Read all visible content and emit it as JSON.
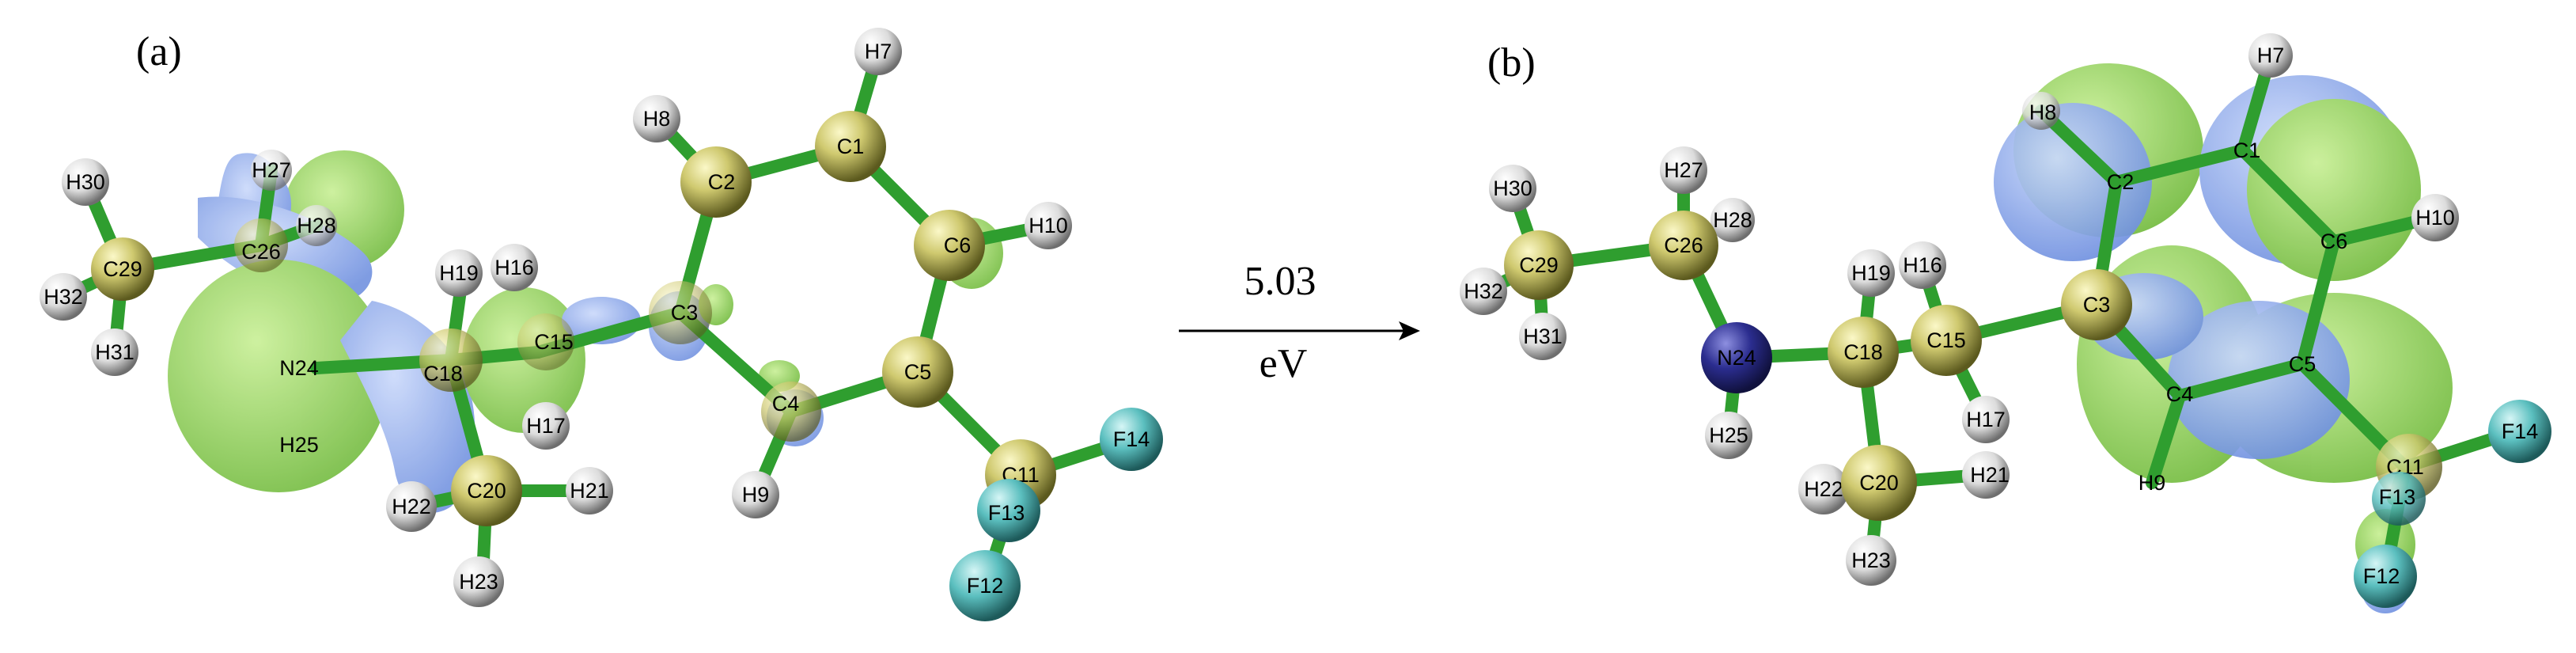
{
  "panels": [
    {
      "id": "a",
      "label": "(a)",
      "atoms": [
        "H30",
        "H27",
        "H28",
        "C26",
        "C29",
        "H32",
        "H31",
        "N24",
        "H25",
        "H19",
        "H16",
        "C18",
        "C15",
        "H17",
        "H22",
        "C20",
        "H21",
        "H23",
        "H8",
        "C2",
        "H7",
        "C1",
        "C6",
        "H10",
        "C3",
        "C5",
        "C4",
        "H9",
        "C11",
        "F14",
        "F13",
        "F12"
      ]
    },
    {
      "id": "b",
      "label": "(b)",
      "atoms": [
        "H30",
        "H27",
        "H28",
        "C26",
        "C29",
        "H32",
        "H31",
        "N24",
        "H25",
        "H19",
        "H16",
        "C18",
        "C15",
        "H17",
        "H22",
        "C20",
        "H21",
        "H23",
        "H8",
        "C2",
        "H7",
        "C1",
        "C6",
        "H10",
        "C3",
        "C5",
        "C4",
        "H9",
        "C11",
        "F14",
        "F13",
        "F12"
      ]
    }
  ],
  "transition": {
    "energy": "5.03",
    "unit": "eV"
  },
  "colors": {
    "carbon": "#c9c46a",
    "hydrogen": "#ececec",
    "nitrogen": "#2b2d8f",
    "fluorine": "#5bbfbf",
    "bond": "#2f9e2f",
    "lobe_green": "#8fd04a",
    "lobe_blue": "#7c9ee6"
  }
}
